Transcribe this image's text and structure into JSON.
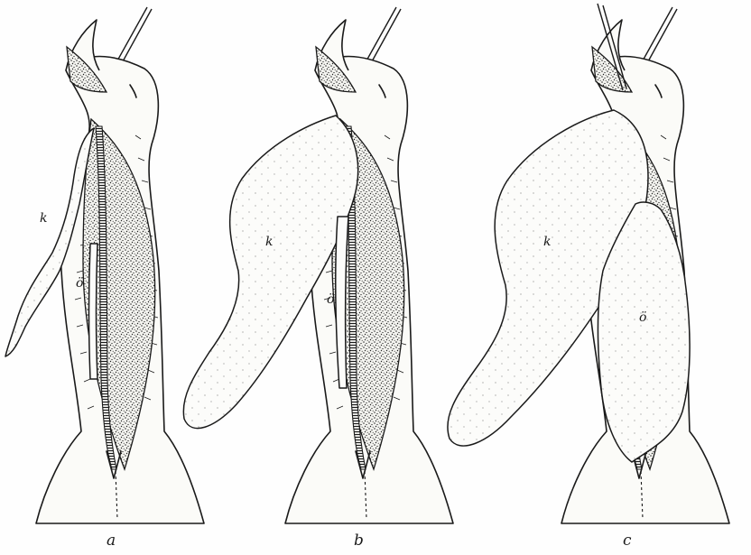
{
  "panels": [
    {
      "letter": "a",
      "k_label": "k",
      "o_label": "ö"
    },
    {
      "letter": "b",
      "k_label": "k",
      "o_label": "ö"
    },
    {
      "letter": "c",
      "k_label": "k",
      "o_label": "ö"
    }
  ]
}
